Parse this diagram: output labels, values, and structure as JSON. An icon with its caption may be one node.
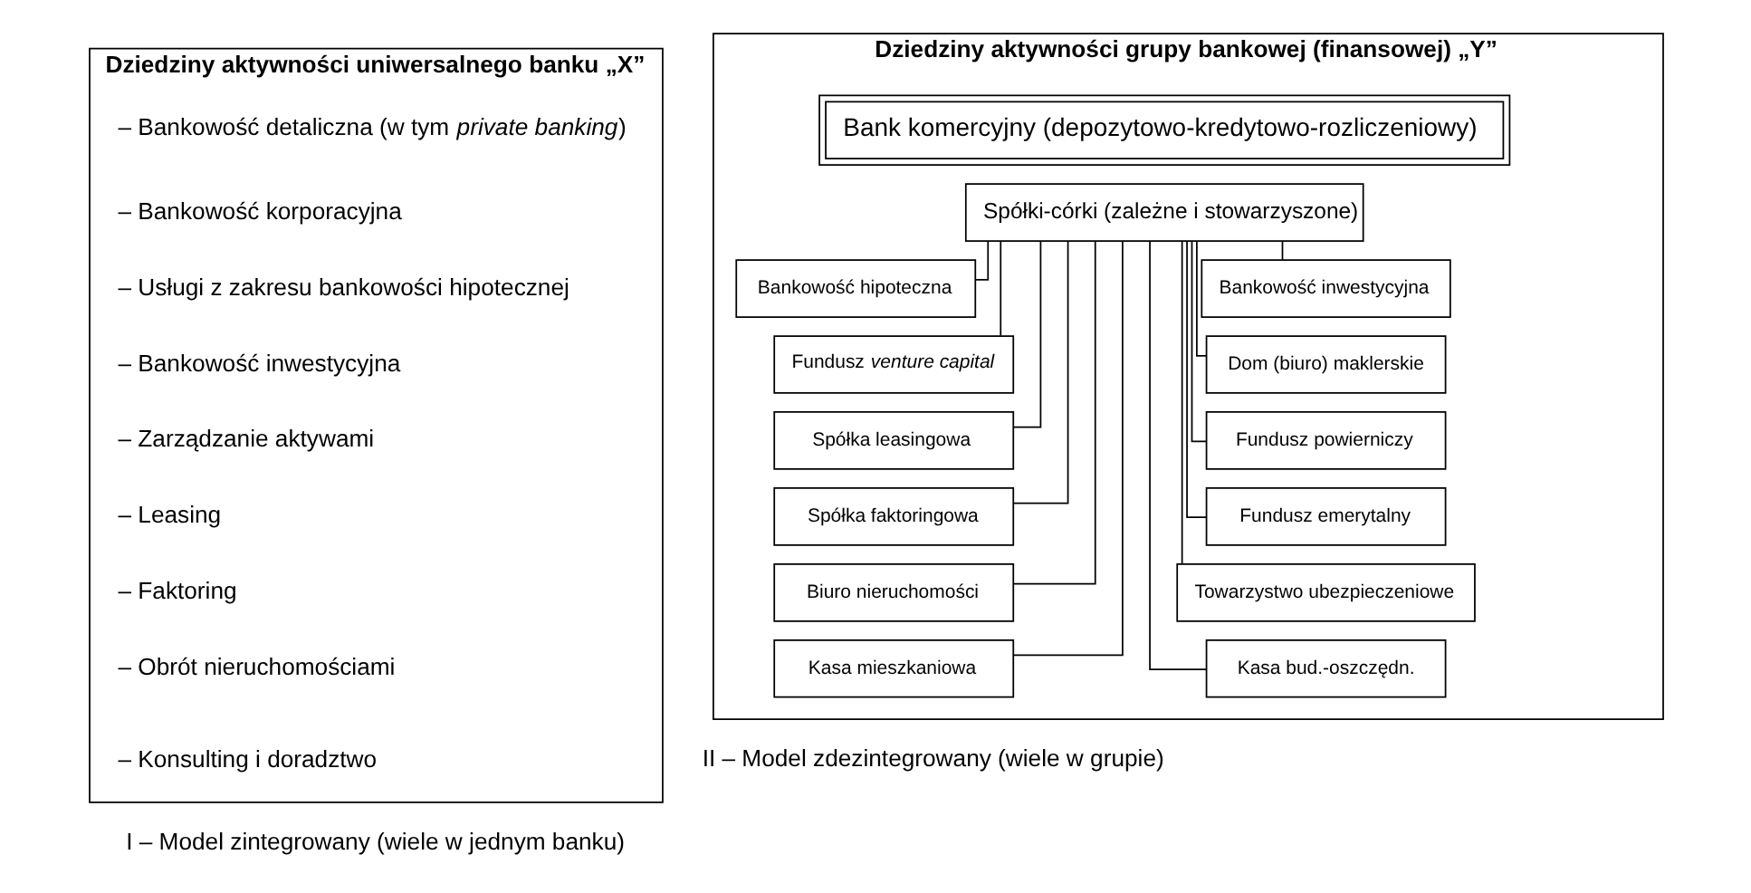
{
  "diagram": {
    "nodes": [
      {
        "text": [
          "Dziedziny aktywności uniwersalnego banku „X”",
          "– Bankowość detaliczna (w tym *private banking*)",
          "– Bankowość korporacyjna",
          "– Usługi z zakresu bankowości hipotecznej",
          "– Bankowość inwestycyjna",
          "– Zarządzanie aktywami",
          "– Leasing",
          "– Faktoring",
          "– Obrót nieruchomościami",
          "– Konsulting i doradztwo"
        ],
        "beside": [
          "I – Model zintegrowany (wiele w jednym banku)"
        ]
      },
      {
        "text": [
          "Dziedziny aktywności grupy bankowej (finansowej) „Y”"
        ],
        "beside": [
          "II – Model zdezintegrowany (wiele w grupie)"
        ]
      },
      {
        "text": [
          "Bank komercyjny (depozytowo-kredytowo-rozliczeniowy)"
        ],
        "in": 1
      },
      {
        "text": [
          "Spółki-córki (zależne i stowarzyszone)"
        ],
        "in": 1
      },
      {
        "text": [
          "Bankowość hipoteczna"
        ],
        "in": 1
      },
      {
        "text": [
          "Fundusz *venture capital*"
        ],
        "in": 1
      },
      {
        "text": [
          "Spółka leasingowa"
        ],
        "in": 1
      },
      {
        "text": [
          "Spółka faktoringowa"
        ],
        "in": 1
      },
      {
        "text": [
          "Biuro nieruchomości"
        ],
        "in": 1
      },
      {
        "text": [
          "Kasa mieszkaniowa"
        ],
        "in": 1
      },
      {
        "text": [
          "Bankowość inwestycyjna"
        ],
        "in": 1
      },
      {
        "text": [
          "Dom (biuro) maklerskie"
        ],
        "in": 1
      },
      {
        "text": [
          "Fundusz powierniczy"
        ],
        "in": 1
      },
      {
        "text": [
          "Fundusz emerytalny"
        ],
        "in": 1
      },
      {
        "text": [
          "Towarzystwo ubezpieczeniowe"
        ],
        "in": 1
      },
      {
        "text": [
          "Kasa bud.-oszczędn."
        ],
        "in": 1
      }
    ],
    "edges": [
      {
        "from": 3,
        "to": 4,
        "arrow": "none"
      },
      {
        "from": 3,
        "to": 5,
        "arrow": "none"
      },
      {
        "from": 3,
        "to": 6,
        "arrow": "none"
      },
      {
        "from": 3,
        "to": 7,
        "arrow": "none"
      },
      {
        "from": 3,
        "to": 8,
        "arrow": "none"
      },
      {
        "from": 3,
        "to": 9,
        "arrow": "none"
      },
      {
        "from": 3,
        "to": 10,
        "arrow": "none"
      },
      {
        "from": 3,
        "to": 11,
        "arrow": "none"
      },
      {
        "from": 3,
        "to": 12,
        "arrow": "none"
      },
      {
        "from": 3,
        "to": 13,
        "arrow": "none"
      },
      {
        "from": 3,
        "to": 14,
        "arrow": "none"
      },
      {
        "from": 3,
        "to": 15,
        "arrow": "none"
      }
    ]
  }
}
